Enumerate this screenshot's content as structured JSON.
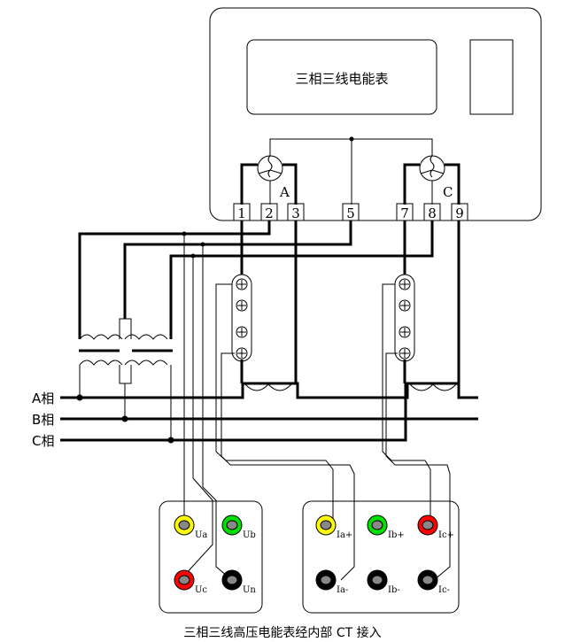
{
  "meter": {
    "title": "三相三线电能表",
    "element_labels": [
      "A",
      "C"
    ],
    "terminals": [
      "1",
      "2",
      "3",
      "5",
      "7",
      "8",
      "9"
    ]
  },
  "phases": [
    "A相",
    "B相",
    "C相"
  ],
  "voltage_box": {
    "jacks": [
      {
        "label": "Ua",
        "color": "#ffff00"
      },
      {
        "label": "Ub",
        "color": "#00e000"
      },
      {
        "label": "Uc",
        "color": "#ff0000"
      },
      {
        "label": "Un",
        "color": "#000000"
      }
    ]
  },
  "current_box": {
    "jacks": [
      {
        "label": "Ia+",
        "color": "#ffff00"
      },
      {
        "label": "Ib+",
        "color": "#00e000"
      },
      {
        "label": "Ic+",
        "color": "#ff0000"
      },
      {
        "label": "Ia-",
        "color": "#000000"
      },
      {
        "label": "Ib-",
        "color": "#000000"
      },
      {
        "label": "Ic-",
        "color": "#000000"
      }
    ]
  },
  "caption": "三相三线高压电能表经内部 CT 接入"
}
